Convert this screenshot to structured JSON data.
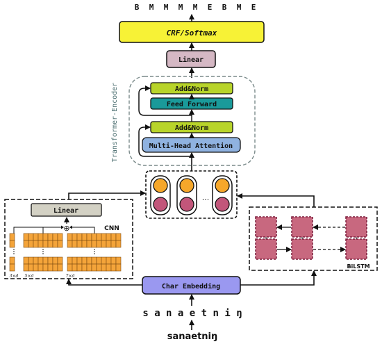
{
  "diagram": {
    "output_tags": [
      "B",
      "M",
      "M",
      "M",
      "M",
      "E",
      "B",
      "M",
      "E"
    ],
    "crf_label": "CRF/Softmax",
    "linear_top_label": "Linear",
    "encoder_label": "Transformer-Encoder",
    "add_norm_top_label": "Add&Norm",
    "feed_forward_label": "Feed Forward",
    "add_norm_bottom_label": "Add&Norm",
    "mha_label": "Multi-Head Attention",
    "concat_ellipsis": "...",
    "cnn_linear_label": "Linear",
    "cnn_label": "CNN",
    "cnn_op_symbol": "⊕",
    "cnn_dim_labels": [
      "3×d",
      "5×d",
      "7×d"
    ],
    "bilstm_label": "BiLSTM",
    "char_embedding_label": "Char Embedding",
    "input_chars": "s a n a e t n i ŋ",
    "input_word": "sanaetniŋ",
    "colors": {
      "crf_fill": "#f7f236",
      "linear_fill": "#d5b8c4",
      "add_norm_fill": "#b8d42a",
      "feed_forward_fill": "#1a9a9a",
      "mha_fill": "#8fb2e0",
      "cnn_linear_fill": "#d3d1c4",
      "cnn_cell_fill": "#f4a43a",
      "lstm_cell_fill": "#c8687f",
      "char_embedding_fill": "#9a98f0",
      "orange_circle": "#f6a72a",
      "pink_circle": "#c2567a"
    }
  }
}
